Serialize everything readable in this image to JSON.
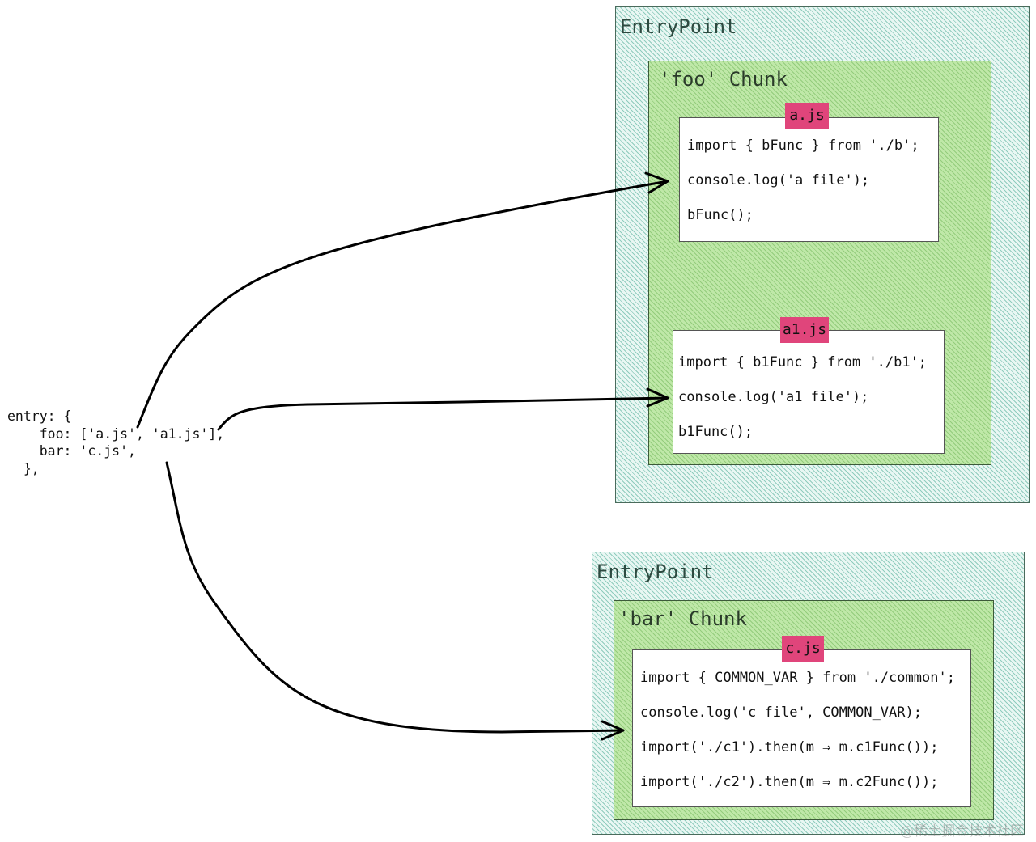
{
  "entry_config": {
    "lines": [
      "entry: {",
      "    foo: ['a.js', 'a1.js'],",
      "    bar: 'c.js',",
      "  },"
    ]
  },
  "entrypoints": [
    {
      "title": "EntryPoint",
      "chunk": {
        "title": "'foo' Chunk",
        "files": [
          {
            "label": "a.js",
            "lines": [
              "import { bFunc } from './b';",
              "console.log('a file');",
              "bFunc();"
            ]
          },
          {
            "label": "a1.js",
            "lines": [
              "import { b1Func } from './b1';",
              "console.log('a1 file');",
              "b1Func();"
            ]
          }
        ]
      }
    },
    {
      "title": "EntryPoint",
      "chunk": {
        "title": "'bar' Chunk",
        "files": [
          {
            "label": "c.js",
            "lines": [
              "import { COMMON_VAR } from './common';",
              "console.log('c file', COMMON_VAR);",
              "import('./c1').then(m ⇒ m.c1Func());",
              "import('./c2').then(m ⇒ m.c2Func());"
            ]
          }
        ]
      }
    }
  ],
  "watermark": "@稀土掘金技术社区",
  "colors": {
    "entrypoint_hatch": "#45a891",
    "chunk_fill": "#bfe8a8",
    "file_label": "#e0457b",
    "arrow": "#000000"
  }
}
